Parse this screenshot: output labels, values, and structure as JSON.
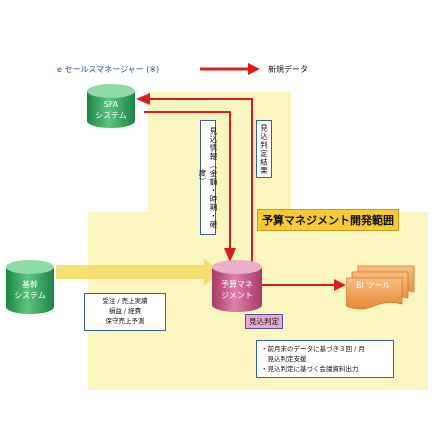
{
  "legend": {
    "product_label": "e セールスマネージャー (※)",
    "new_data_label": "新規データ"
  },
  "systems": {
    "sfa": "SFA\nシステム",
    "core": "基幹\nシステム",
    "budget": "予算マネ\nジメント",
    "bi": "BI ツール"
  },
  "flows": {
    "forecast_info": "見込情報（金額・時期・確度）",
    "forecast_result": "見込判定結果",
    "core_data": [
      "受注 / 売上実績",
      "損益 / 経費",
      "保守売上予測"
    ]
  },
  "scope_title": "予算マネジメント開発範囲",
  "forecast_tag": "見込判定",
  "features": [
    "・前月末のデータに基づき３回 / 月",
    "　見込判定支援",
    "・見込判定に基づく会議資料出力"
  ],
  "colors": {
    "zone": "#fbf5bf",
    "arrow_red": "#e01b1b",
    "arrow_yellow": "#f6df70",
    "green": "#2ea35a",
    "pink": "#c45a86",
    "orange": "#f0a35a",
    "scope_bg": "#f7c936"
  }
}
